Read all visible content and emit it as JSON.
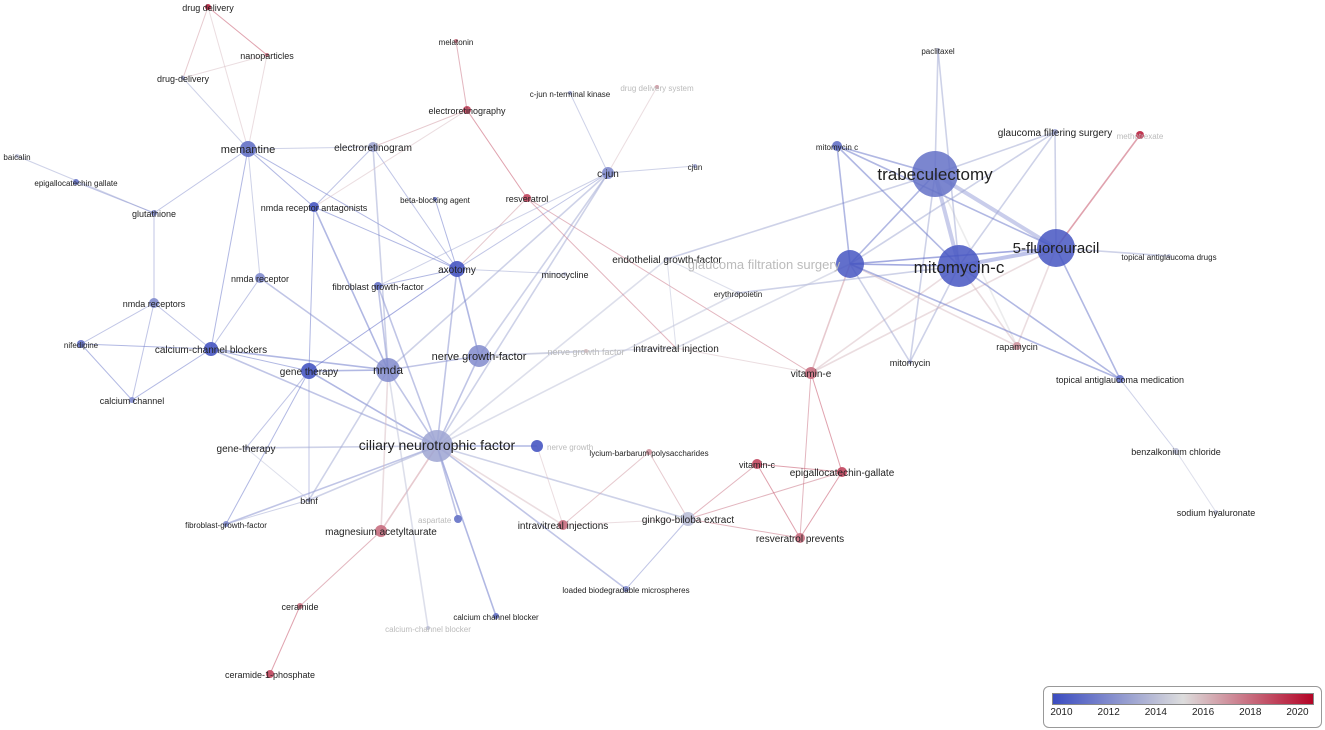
{
  "colors": {
    "low": "#3b4cc0",
    "mid": "#dddddd",
    "high": "#b40426"
  },
  "legend": {
    "ticks": [
      "2010",
      "2012",
      "2014",
      "2016",
      "2018",
      "2020"
    ],
    "min_year": 2009.6,
    "max_year": 2020.7
  },
  "network": {
    "nodes": [
      {
        "id": "drug-delivery-a",
        "label": "drug delivery",
        "year": 2020
      },
      {
        "id": "nanoparticles",
        "label": "nanoparticles",
        "year": 2018
      },
      {
        "id": "drug-delivery-b",
        "label": "drug-delivery",
        "year": 2013
      },
      {
        "id": "melatonin",
        "label": "melatonin",
        "year": 2018
      },
      {
        "id": "electroretinography",
        "label": "electroretinography",
        "year": 2019
      },
      {
        "id": "cjun-kinase",
        "label": "c-jun n-terminal kinase",
        "year": 2013
      },
      {
        "id": "drug-delivery-system",
        "label": "drug delivery system",
        "year": 2017,
        "faded": true
      },
      {
        "id": "paclitaxel",
        "label": "paclitaxel",
        "year": 2014
      },
      {
        "id": "baicalin",
        "label": "baicalin",
        "year": 2014
      },
      {
        "id": "egcg-a",
        "label": "epigallocatechin gallate",
        "year": 2011
      },
      {
        "id": "memantine",
        "label": "memantine",
        "year": 2011
      },
      {
        "id": "electroretinogram",
        "label": "electroretinogram",
        "year": 2013
      },
      {
        "id": "cjun-a",
        "label": "c-jun",
        "year": 2012
      },
      {
        "id": "cjun-b",
        "label": "cjun",
        "year": 2013
      },
      {
        "id": "mitomycin-c-small",
        "label": "mitomycin c",
        "year": 2011
      },
      {
        "id": "trabeculectomy",
        "label": "trabeculectomy",
        "year": 2011
      },
      {
        "id": "glaucoma-filtering-surgery",
        "label": "glaucoma filtering surgery",
        "year": 2013
      },
      {
        "id": "methotrexate",
        "label": "methotrexate",
        "year": 2020,
        "faded": true
      },
      {
        "id": "glutathione",
        "label": "glutathione",
        "year": 2012
      },
      {
        "id": "nmda-receptor-antagonists",
        "label": "nmda receptor antagonists",
        "year": 2010
      },
      {
        "id": "beta-blocking-agent",
        "label": "beta-blocking agent",
        "year": 2011
      },
      {
        "id": "resveratrol",
        "label": "resveratrol",
        "year": 2019
      },
      {
        "id": "endothelial-growth-factor",
        "label": "endothelial growth-factor",
        "year": 2014
      },
      {
        "id": "5-fluorouracil",
        "label": "5-fluorouracil",
        "year": 2010
      },
      {
        "id": "glaucoma-filtration-surgery",
        "label": "glaucoma filtration surgery",
        "year": 2010,
        "faded": true
      },
      {
        "id": "mitomycin-c",
        "label": "mitomycin-c",
        "year": 2010
      },
      {
        "id": "topical-antiglaucoma-drugs",
        "label": "topical antiglaucoma drugs",
        "year": 2014
      },
      {
        "id": "axotomy",
        "label": "axotomy",
        "year": 2010
      },
      {
        "id": "minocycline",
        "label": "minocycline",
        "year": 2014
      },
      {
        "id": "nmda-receptor",
        "label": "nmda receptor",
        "year": 2012
      },
      {
        "id": "fibroblast-growth-factor-a",
        "label": "fibroblast growth-factor",
        "year": 2011
      },
      {
        "id": "erythropoietin",
        "label": "erythropoietin",
        "year": 2014
      },
      {
        "id": "nmda-receptors",
        "label": "nmda receptors",
        "year": 2012
      },
      {
        "id": "nifedipine",
        "label": "nifedipine",
        "year": 2011
      },
      {
        "id": "calcium-channel-blockers",
        "label": "calcium-channel blockers",
        "year": 2010
      },
      {
        "id": "nmda",
        "label": "nmda",
        "year": 2012
      },
      {
        "id": "nerve-growth-factor-a",
        "label": "nerve growth-factor",
        "year": 2012
      },
      {
        "id": "nerve-growth-factor-b",
        "label": "nerve growth factor",
        "year": 2016,
        "faded": true
      },
      {
        "id": "intravitreal-injection",
        "label": "intravitreal injection",
        "year": 2015
      },
      {
        "id": "rapamycin",
        "label": "rapamycin",
        "year": 2017
      },
      {
        "id": "calcium-channel",
        "label": "calcium channel",
        "year": 2012
      },
      {
        "id": "gene-therapy-a",
        "label": "gene therapy",
        "year": 2010
      },
      {
        "id": "vitamin-e",
        "label": "vitamin-e",
        "year": 2018
      },
      {
        "id": "mitomycin",
        "label": "mitomycin",
        "year": 2013
      },
      {
        "id": "topical-antiglaucoma-medication",
        "label": "topical antiglaucoma medication",
        "year": 2011
      },
      {
        "id": "ciliary-neurotrophic-factor",
        "label": "ciliary neurotrophic factor",
        "year": 2013
      },
      {
        "id": "nerve-growth-small",
        "label": "nerve growth",
        "year": 2010,
        "faded": true
      },
      {
        "id": "gene-therapy-b",
        "label": "gene-therapy",
        "year": 2014
      },
      {
        "id": "lycium",
        "label": "lycium-barbarum polysaccharides",
        "year": 2017
      },
      {
        "id": "benzalkonium-chloride",
        "label": "benzalkonium chloride",
        "year": 2014
      },
      {
        "id": "vitamin-c",
        "label": "vitamin-c",
        "year": 2019
      },
      {
        "id": "egcg-b",
        "label": "epigallocatechin-gallate",
        "year": 2019
      },
      {
        "id": "bdnf",
        "label": "bdnf",
        "year": 2013
      },
      {
        "id": "ginkgo",
        "label": "ginkgo-biloba extract",
        "year": 2014
      },
      {
        "id": "fibroblast-growth-factor-b",
        "label": "fibroblast-growth-factor",
        "year": 2012
      },
      {
        "id": "magnesium-acetyltaurate",
        "label": "magnesium acetyltaurate",
        "year": 2018
      },
      {
        "id": "aspartate",
        "label": "aspartate",
        "year": 2011,
        "faded": true
      },
      {
        "id": "intravitreal-injections",
        "label": "intravitreal injections",
        "year": 2018
      },
      {
        "id": "resveratrol-prevents",
        "label": "resveratrol prevents",
        "year": 2018
      },
      {
        "id": "sodium-hyaluronate",
        "label": "sodium hyaluronate",
        "year": 2014
      },
      {
        "id": "microspheres",
        "label": "loaded biodegradable microspheres",
        "year": 2012
      },
      {
        "id": "ceramide",
        "label": "ceramide",
        "year": 2018
      },
      {
        "id": "calcium-channel-blocker-a",
        "label": "calcium channel blocker",
        "year": 2011
      },
      {
        "id": "calcium-channel-blocker-b",
        "label": "calcium-channel blocker",
        "year": 2014,
        "faded": true
      },
      {
        "id": "ceramide-1-phosphate",
        "label": "ceramide-1-phosphate",
        "year": 2019
      }
    ],
    "edges": [
      [
        "drug-delivery-a",
        "nanoparticles",
        2019
      ],
      [
        "drug-delivery-a",
        "drug-delivery-b",
        2017
      ],
      [
        "drug-delivery-a",
        "memantine",
        2016
      ],
      [
        "nanoparticles",
        "memantine",
        2016
      ],
      [
        "nanoparticles",
        "drug-delivery-b",
        2016
      ],
      [
        "drug-delivery-b",
        "memantine",
        2013
      ],
      [
        "memantine",
        "glutathione",
        2012
      ],
      [
        "memantine",
        "nmda-receptor-antagonists",
        2011
      ],
      [
        "memantine",
        "nmda-receptor",
        2013
      ],
      [
        "memantine",
        "calcium-channel-blockers",
        2011
      ],
      [
        "memantine",
        "axotomy",
        2011
      ],
      [
        "memantine",
        "electroretinogram",
        2013
      ],
      [
        "electroretinogram",
        "electroretinography",
        2017
      ],
      [
        "electroretinogram",
        "nmda-receptor-antagonists",
        2012
      ],
      [
        "electroretinogram",
        "nmda",
        2013
      ],
      [
        "electroretinogram",
        "axotomy",
        2012
      ],
      [
        "melatonin",
        "electroretinography",
        2018
      ],
      [
        "electroretinography",
        "resveratrol",
        2019
      ],
      [
        "electroretinography",
        "nmda-receptor-antagonists",
        2016
      ],
      [
        "resveratrol",
        "vitamin-e",
        2018
      ],
      [
        "resveratrol",
        "axotomy",
        2017
      ],
      [
        "cjun-kinase",
        "cjun-a",
        2013
      ],
      [
        "drug-delivery-system",
        "cjun-a",
        2016
      ],
      [
        "cjun-a",
        "cjun-b",
        2013
      ],
      [
        "cjun-a",
        "axotomy",
        2012
      ],
      [
        "cjun-a",
        "nmda",
        2013
      ],
      [
        "cjun-a",
        "ciliary-neurotrophic-factor",
        2013
      ],
      [
        "cjun-a",
        "nerve-growth-factor-a",
        2013
      ],
      [
        "cjun-a",
        "fibroblast-growth-factor-a",
        2013
      ],
      [
        "baicalin",
        "glutathione",
        2013
      ],
      [
        "egcg-a",
        "glutathione",
        2012
      ],
      [
        "glutathione",
        "nmda-receptors",
        2012
      ],
      [
        "nmda-receptors",
        "nifedipine",
        2012
      ],
      [
        "nmda-receptors",
        "calcium-channel",
        2012
      ],
      [
        "nmda-receptors",
        "calcium-channel-blockers",
        2012
      ],
      [
        "nifedipine",
        "calcium-channel-blockers",
        2011
      ],
      [
        "nifedipine",
        "calcium-channel",
        2011
      ],
      [
        "calcium-channel",
        "calcium-channel-blockers",
        2011
      ],
      [
        "calcium-channel-blockers",
        "nmda",
        2011
      ],
      [
        "calcium-channel-blockers",
        "nmda-receptor",
        2012
      ],
      [
        "calcium-channel-blockers",
        "ciliary-neurotrophic-factor",
        2012
      ],
      [
        "calcium-channel-blockers",
        "gene-therapy-a",
        2011
      ],
      [
        "nmda-receptor-antagonists",
        "nmda",
        2011
      ],
      [
        "nmda-receptor-antagonists",
        "gene-therapy-a",
        2011
      ],
      [
        "nmda-receptor-antagonists",
        "axotomy",
        2011
      ],
      [
        "beta-blocking-agent",
        "axotomy",
        2011
      ],
      [
        "axotomy",
        "nerve-growth-factor-a",
        2011
      ],
      [
        "axotomy",
        "minocycline",
        2013
      ],
      [
        "axotomy",
        "fibroblast-growth-factor-a",
        2011
      ],
      [
        "axotomy",
        "gene-therapy-a",
        2010
      ],
      [
        "axotomy",
        "ciliary-neurotrophic-factor",
        2012
      ],
      [
        "fibroblast-growth-factor-a",
        "nmda",
        2012
      ],
      [
        "fibroblast-growth-factor-a",
        "ciliary-neurotrophic-factor",
        2012
      ],
      [
        "nmda-receptor",
        "nmda",
        2012
      ],
      [
        "nmda",
        "nerve-growth-factor-a",
        2012
      ],
      [
        "nmda",
        "ciliary-neurotrophic-factor",
        2012
      ],
      [
        "nmda",
        "gene-therapy-a",
        2011
      ],
      [
        "gene-therapy-a",
        "ciliary-neurotrophic-factor",
        2011
      ],
      [
        "gene-therapy-a",
        "gene-therapy-b",
        2012
      ],
      [
        "gene-therapy-a",
        "bdnf",
        2012
      ],
      [
        "gene-therapy-a",
        "fibroblast-growth-factor-b",
        2011
      ],
      [
        "nerve-growth-factor-a",
        "ciliary-neurotrophic-factor",
        2012
      ],
      [
        "nerve-growth-factor-a",
        "nerve-growth-factor-b",
        2014
      ],
      [
        "nerve-growth-factor-a",
        "intravitreal-injection",
        2014
      ],
      [
        "endothelial-growth-factor",
        "ciliary-neurotrophic-factor",
        2014
      ],
      [
        "endothelial-growth-factor",
        "erythropoietin",
        2014
      ],
      [
        "endothelial-growth-factor",
        "intravitreal-injection",
        2014
      ],
      [
        "erythropoietin",
        "ciliary-neurotrophic-factor",
        2014
      ],
      [
        "ciliary-neurotrophic-factor",
        "nerve-growth-small",
        2011
      ],
      [
        "ciliary-neurotrophic-factor",
        "magnesium-acetyltaurate",
        2017
      ],
      [
        "ciliary-neurotrophic-factor",
        "calcium-channel-blocker-a",
        2011
      ],
      [
        "ciliary-neurotrophic-factor",
        "microspheres",
        2012
      ],
      [
        "ciliary-neurotrophic-factor",
        "ginkgo",
        2013
      ],
      [
        "ciliary-neurotrophic-factor",
        "intravitreal-injections",
        2016
      ],
      [
        "ciliary-neurotrophic-factor",
        "gene-therapy-b",
        2013
      ],
      [
        "ciliary-neurotrophic-factor",
        "fibroblast-growth-factor-b",
        2012
      ],
      [
        "ciliary-neurotrophic-factor",
        "bdnf",
        2013
      ],
      [
        "ciliary-neurotrophic-factor",
        "aspartate",
        2012
      ],
      [
        "bdnf",
        "fibroblast-growth-factor-b",
        2013
      ],
      [
        "bdnf",
        "gene-therapy-b",
        2014
      ],
      [
        "nmda",
        "bdnf",
        2013
      ],
      [
        "nmda",
        "magnesium-acetyltaurate",
        2016
      ],
      [
        "nmda",
        "calcium-channel-blocker-b",
        2014
      ],
      [
        "magnesium-acetyltaurate",
        "ceramide",
        2018
      ],
      [
        "ceramide",
        "ceramide-1-phosphate",
        2019
      ],
      [
        "lycium",
        "intravitreal-injections",
        2017
      ],
      [
        "lycium",
        "ginkgo",
        2017
      ],
      [
        "intravitreal-injections",
        "nerve-growth-small",
        2016
      ],
      [
        "ginkgo",
        "vitamin-c",
        2018
      ],
      [
        "ginkgo",
        "egcg-b",
        2018
      ],
      [
        "ginkgo",
        "resveratrol-prevents",
        2018
      ],
      [
        "ginkgo",
        "microspheres",
        2012
      ],
      [
        "ginkgo",
        "intravitreal-injections",
        2016
      ],
      [
        "vitamin-c",
        "resveratrol-prevents",
        2019
      ],
      [
        "vitamin-c",
        "egcg-b",
        2019
      ],
      [
        "egcg-b",
        "resveratrol-prevents",
        2019
      ],
      [
        "vitamin-e",
        "egcg-b",
        2019
      ],
      [
        "vitamin-e",
        "resveratrol-prevents",
        2018
      ],
      [
        "vitamin-e",
        "glaucoma-filtration-surgery",
        2017
      ],
      [
        "vitamin-e",
        "mitomycin-c",
        2016
      ],
      [
        "vitamin-e",
        "5-fluorouracil",
        2016
      ],
      [
        "vitamin-e",
        "intravitreal-injection",
        2016
      ],
      [
        "resveratrol",
        "intravitreal-injection",
        2018
      ],
      [
        "trabeculectomy",
        "mitomycin-c",
        2011
      ],
      [
        "trabeculectomy",
        "5-fluorouracil",
        2011
      ],
      [
        "trabeculectomy",
        "glaucoma-filtration-surgery",
        2011
      ],
      [
        "trabeculectomy",
        "mitomycin-c-small",
        2011
      ],
      [
        "trabeculectomy",
        "paclitaxel",
        2013
      ],
      [
        "trabeculectomy",
        "glaucoma-filtering-surgery",
        2013
      ],
      [
        "trabeculectomy",
        "rapamycin",
        2015
      ],
      [
        "trabeculectomy",
        "mitomycin",
        2013
      ],
      [
        "trabeculectomy",
        "endothelial-growth-factor",
        2013
      ],
      [
        "mitomycin-c",
        "5-fluorouracil",
        2010
      ],
      [
        "mitomycin-c",
        "glaucoma-filtration-surgery",
        2010
      ],
      [
        "mitomycin-c",
        "mitomycin-c-small",
        2011
      ],
      [
        "mitomycin-c",
        "glaucoma-filtering-surgery",
        2013
      ],
      [
        "mitomycin-c",
        "rapamycin",
        2016
      ],
      [
        "mitomycin-c",
        "mitomycin",
        2013
      ],
      [
        "mitomycin-c",
        "topical-antiglaucoma-medication",
        2011
      ],
      [
        "mitomycin-c",
        "erythropoietin",
        2013
      ],
      [
        "mitomycin-c",
        "paclitaxel",
        2013
      ],
      [
        "5-fluorouracil",
        "glaucoma-filtration-surgery",
        2010
      ],
      [
        "5-fluorouracil",
        "glaucoma-filtering-surgery",
        2013
      ],
      [
        "5-fluorouracil",
        "methotrexate",
        2019
      ],
      [
        "5-fluorouracil",
        "topical-antiglaucoma-drugs",
        2013
      ],
      [
        "5-fluorouracil",
        "rapamycin",
        2016
      ],
      [
        "5-fluorouracil",
        "topical-antiglaucoma-medication",
        2011
      ],
      [
        "5-fluorouracil",
        "mitomycin-c-small",
        2011
      ],
      [
        "glaucoma-filtration-surgery",
        "mitomycin-c-small",
        2011
      ],
      [
        "glaucoma-filtration-surgery",
        "mitomycin",
        2013
      ],
      [
        "glaucoma-filtration-surgery",
        "rapamycin",
        2016
      ],
      [
        "glaucoma-filtration-surgery",
        "glaucoma-filtering-surgery",
        2013
      ],
      [
        "glaucoma-filtration-surgery",
        "topical-antiglaucoma-medication",
        2011
      ],
      [
        "glaucoma-filtration-surgery",
        "intravitreal-injection",
        2014
      ],
      [
        "topical-antiglaucoma-medication",
        "benzalkonium-chloride",
        2013
      ],
      [
        "benzalkonium-chloride",
        "sodium-hyaluronate",
        2014
      ]
    ]
  }
}
